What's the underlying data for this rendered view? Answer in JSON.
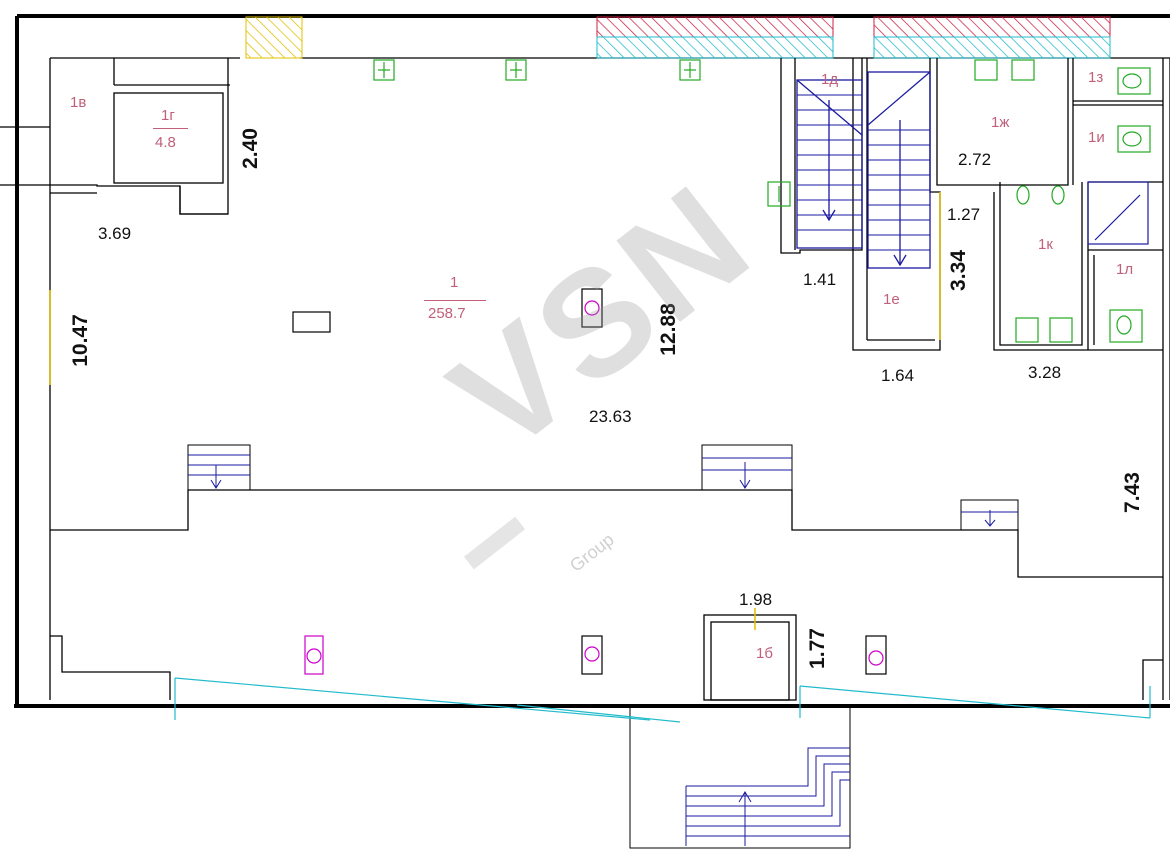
{
  "rooms": {
    "main": {
      "id": "1",
      "area": "258.7"
    },
    "r1b": "1б",
    "r1v": "1в",
    "r1g": {
      "id": "1г",
      "area": "4.8"
    },
    "r1d": "1д",
    "r1e": "1е",
    "r1zh": "1ж",
    "r1z": "1з",
    "r1i": "1и",
    "r1k": "1к",
    "r1l": "1л"
  },
  "dimensions": {
    "d_3_69": "3.69",
    "d_10_47": "10.47",
    "d_2_40": "2.40",
    "d_12_88": "12.88",
    "d_23_63": "23.63",
    "d_1_41": "1.41",
    "d_3_34": "3.34",
    "d_1_64": "1.64",
    "d_2_72": "2.72",
    "d_1_27": "1.27",
    "d_3_28": "3.28",
    "d_7_43": "7.43",
    "d_1_98": "1.98",
    "d_1_77": "1.77"
  },
  "watermark": {
    "brand": "VSN",
    "sub": "Group"
  },
  "colors": {
    "wall": "#000000",
    "stairs": "#1a1aa0",
    "rooms_text": "#c0607a",
    "columns": "#cc00cc",
    "radiators": "#22aa22",
    "hatch_red": "#cc2244",
    "hatch_cyan": "#22bbcc",
    "hatch_yellow": "#e0c000"
  }
}
